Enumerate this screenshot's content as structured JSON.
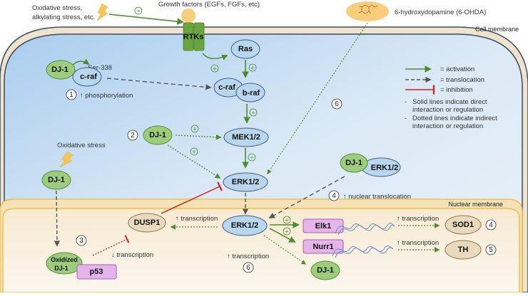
{
  "external": {
    "stress_top": [
      "Oxidative stress,",
      "alkylating stress, etc."
    ],
    "growth_factors": "Growth factors (EGFs, FGFs, etc)",
    "ohda": "6-hydroxydopamine (6-OHDA)",
    "ohda_icon": "molecule-structure"
  },
  "membranes": {
    "cell": "Cell membrane",
    "nuclear": "Nuclear membrane"
  },
  "nodes": {
    "rtks": "RTKs",
    "ras": "Ras",
    "craf": "c-raf",
    "braf": "b-raf",
    "mek": "MEK1/2",
    "erk_cyto": "ERK1/2",
    "erk_nuc": "ERK1/2",
    "dj1_complex": "DJ-1",
    "craf_complex": "c-raf",
    "ser338": "-Ser-338",
    "dj1_2": "DJ-1",
    "dj1_ox_stress": "DJ-1",
    "dj1_erk": "DJ-1",
    "erk_complex": "ERK1/2",
    "dusp1": "DUSP1",
    "oxidized_dj1": [
      "Oxidized",
      "DJ-1"
    ],
    "p53": "p53",
    "elk1": "Elk1",
    "nurr1": "Nurr1",
    "dj1_nuc": "DJ-1",
    "sod1": "SOD1",
    "th": "TH"
  },
  "annotations": {
    "phosphorylation": "↑ phosphorylation",
    "oxidative_stress": "Oxidative stress",
    "nuclear_translocation": "↑ nuclear translocation",
    "transcription_dusp1": "↑ transcription",
    "transcription_down": "↓ transcription",
    "transcription_dj1": "↑ transcription",
    "transcription_sod1": "↑ transcription",
    "transcription_th": "↑ transcription"
  },
  "numbers": {
    "n1": "1",
    "n2": "2",
    "n3": "3",
    "n4a": "4",
    "n4b": "4",
    "n5": "5",
    "n6a": "6",
    "n6b": "6"
  },
  "plus_sign": "+",
  "legend": {
    "activation": "= activation",
    "translocation": "= translocation",
    "inhibition": "= inhibition",
    "notes": [
      [
        "-",
        "Solid lines indicate direct",
        "interaction or regulation"
      ],
      [
        "-",
        "Dotted lines indicate indirect",
        "interaction or regulation"
      ]
    ]
  },
  "colors": {
    "activation": "#4e8a2e",
    "translocation": "#555555",
    "inhibition": "#cc2222",
    "dj1_fill": "#9ccc7c",
    "erk_fill": "#b8d7ec",
    "nucleus_fill": "#faf1e2",
    "target_fill": "#e8d9bf",
    "tf_fill": "#e4b4ea"
  }
}
